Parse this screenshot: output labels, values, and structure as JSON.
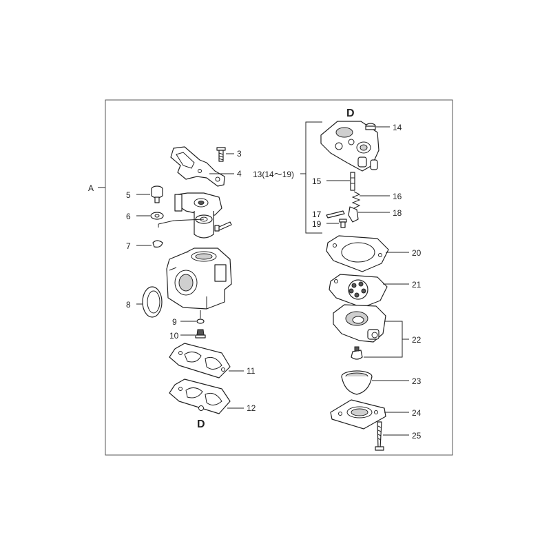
{
  "diagram": {
    "group_label": "A",
    "assembly_label": "13(14～19)",
    "reference_marks": {
      "top": "D",
      "bottom": "D"
    },
    "callouts": [
      "3",
      "4",
      "5",
      "6",
      "7",
      "8",
      "9",
      "10",
      "11",
      "12",
      "14",
      "15",
      "16",
      "17",
      "18",
      "19",
      "20",
      "21",
      "22",
      "23",
      "24",
      "25"
    ]
  }
}
